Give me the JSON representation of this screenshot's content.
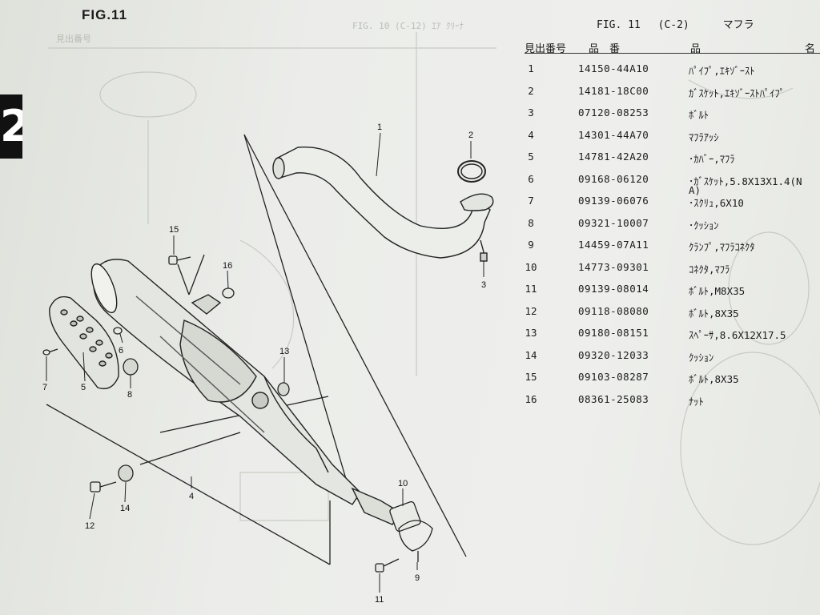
{
  "page": {
    "side_tab": "2",
    "figure_label": "FIG.11"
  },
  "table": {
    "fig": "FIG. 11",
    "code": "(C-2)",
    "title": "マフラ",
    "headers": {
      "ref_no": "見出番号",
      "part_no": "品　番",
      "name_a": "品",
      "name_b": "名"
    },
    "rows": [
      {
        "no": "1",
        "part": "14150-44A10",
        "name": "ﾊﾟｲﾌﾟ,ｴｷｿﾞｰｽﾄ"
      },
      {
        "no": "2",
        "part": "14181-18C00",
        "name": "ｶﾞｽｹｯﾄ,ｴｷｿﾞｰｽﾄﾊﾟｲﾌﾟ"
      },
      {
        "no": "3",
        "part": "07120-08253",
        "name": "ﾎﾞﾙﾄ"
      },
      {
        "no": "4",
        "part": "14301-44A70",
        "name": "ﾏﾌﾗｱｯｼ"
      },
      {
        "no": "5",
        "part": "14781-42A20",
        "name": "･ｶﾊﾞｰ,ﾏﾌﾗ"
      },
      {
        "no": "6",
        "part": "09168-06120",
        "name": "･ｶﾞｽｹｯﾄ,5.8X13X1.4(N",
        "name2": "A)"
      },
      {
        "no": "7",
        "part": "09139-06076",
        "name": "･ｽｸﾘｭ,6X10"
      },
      {
        "no": "8",
        "part": "09321-10007",
        "name": "･ｸｯｼｮﾝ"
      },
      {
        "no": "9",
        "part": "14459-07A11",
        "name": "ｸﾗﾝﾌﾟ,ﾏﾌﾗｺﾈｸﾀ"
      },
      {
        "no": "10",
        "part": "14773-09301",
        "name": "ｺﾈｸﾀ,ﾏﾌﾗ"
      },
      {
        "no": "11",
        "part": "09139-08014",
        "name": "ﾎﾞﾙﾄ,M8X35"
      },
      {
        "no": "12",
        "part": "09118-08080",
        "name": "ﾎﾞﾙﾄ,8X35"
      },
      {
        "no": "13",
        "part": "09180-08151",
        "name": "ｽﾍﾟｰｻ,8.6X12X17.5"
      },
      {
        "no": "14",
        "part": "09320-12033",
        "name": "ｸｯｼｮﾝ"
      },
      {
        "no": "15",
        "part": "09103-08287",
        "name": "ﾎﾞﾙﾄ,8X35"
      },
      {
        "no": "16",
        "part": "08361-25083",
        "name": "ﾅｯﾄ"
      }
    ]
  },
  "callouts": {
    "c1": "1",
    "c2": "2",
    "c3": "3",
    "c4": "4",
    "c5": "5",
    "c6": "6",
    "c7": "7",
    "c8": "8",
    "c9": "9",
    "c10": "10",
    "c11": "11",
    "c12": "12",
    "c13": "13",
    "c14": "14",
    "c15": "15",
    "c16": "16"
  }
}
